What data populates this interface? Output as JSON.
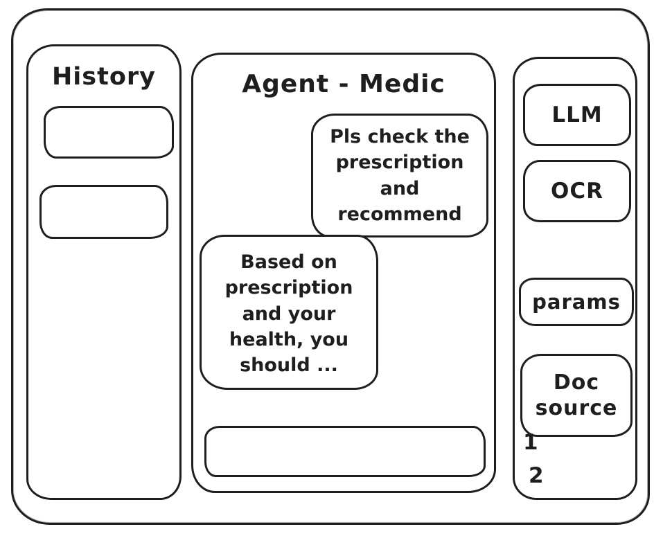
{
  "history_panel": {
    "title": "History",
    "items": [
      "",
      ""
    ]
  },
  "chat_panel": {
    "title": "Agent - Medic",
    "user_message": "Pls check the prescription and recommend",
    "assistant_message": "Based on prescription and your health, you should ...",
    "input_value": "",
    "input_placeholder": ""
  },
  "tools_panel": {
    "llm_label": "LLM",
    "ocr_label": "OCR",
    "params_label": "params",
    "doc_source_label": "Doc source",
    "doc_items": [
      "1",
      "2"
    ]
  },
  "colors": {
    "stroke": "#1e1e1e",
    "background": "#ffffff"
  }
}
